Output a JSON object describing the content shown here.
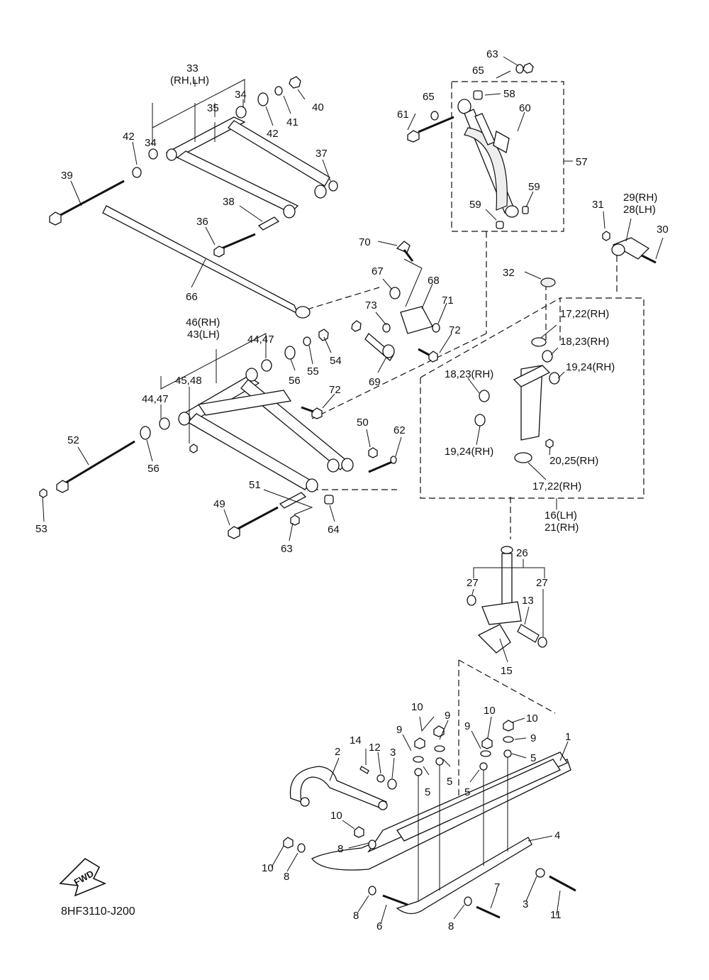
{
  "diagram": {
    "code": "8HF3110-J200",
    "fwd_badge": "FWD",
    "labels": [
      "63",
      "65",
      "65",
      "58",
      "61",
      "60",
      "57",
      "59",
      "59",
      "33",
      "(RH,LH)",
      "34",
      "35",
      "40",
      "41",
      "42",
      "42",
      "34",
      "37",
      "39",
      "38",
      "36",
      "66",
      "70",
      "67",
      "68",
      "71",
      "73",
      "72",
      "69",
      "46(RH)",
      "43(LH)",
      "44,47",
      "45,48",
      "44,47",
      "54",
      "55",
      "56",
      "72",
      "52",
      "56",
      "53",
      "50",
      "62",
      "51",
      "49",
      "63",
      "64",
      "31",
      "29(RH)",
      "28(LH)",
      "30",
      "32",
      "17,22(RH)",
      "18,23(RH)",
      "19,24(RH)",
      "18,23(RH)",
      "19,24(RH)",
      "20,25(RH)",
      "17,22(RH)",
      "16(LH)",
      "21(RH)",
      "26",
      "27",
      "27",
      "13",
      "15",
      "10",
      "9",
      "10",
      "10",
      "9",
      "9",
      "9",
      "5",
      "5",
      "5",
      "5",
      "14",
      "12",
      "3",
      "2",
      "1",
      "10",
      "8",
      "10",
      "8",
      "4",
      "3",
      "11",
      "7",
      "8",
      "6",
      "8"
    ]
  }
}
